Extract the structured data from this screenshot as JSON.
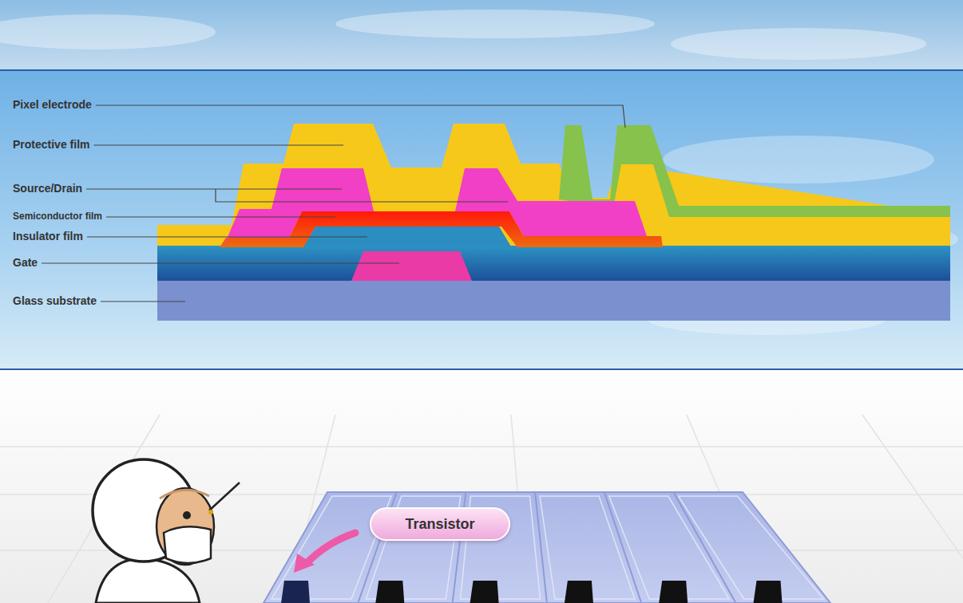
{
  "diagram": {
    "nodes": [
      {
        "text": [
          "Transistor"
        ]
      }
    ],
    "labels": [
      "Pixel electrode",
      "Protective film",
      "Source/Drain",
      "Semiconductor film",
      "Insulator film",
      "Gate",
      "Glass substrate"
    ]
  }
}
